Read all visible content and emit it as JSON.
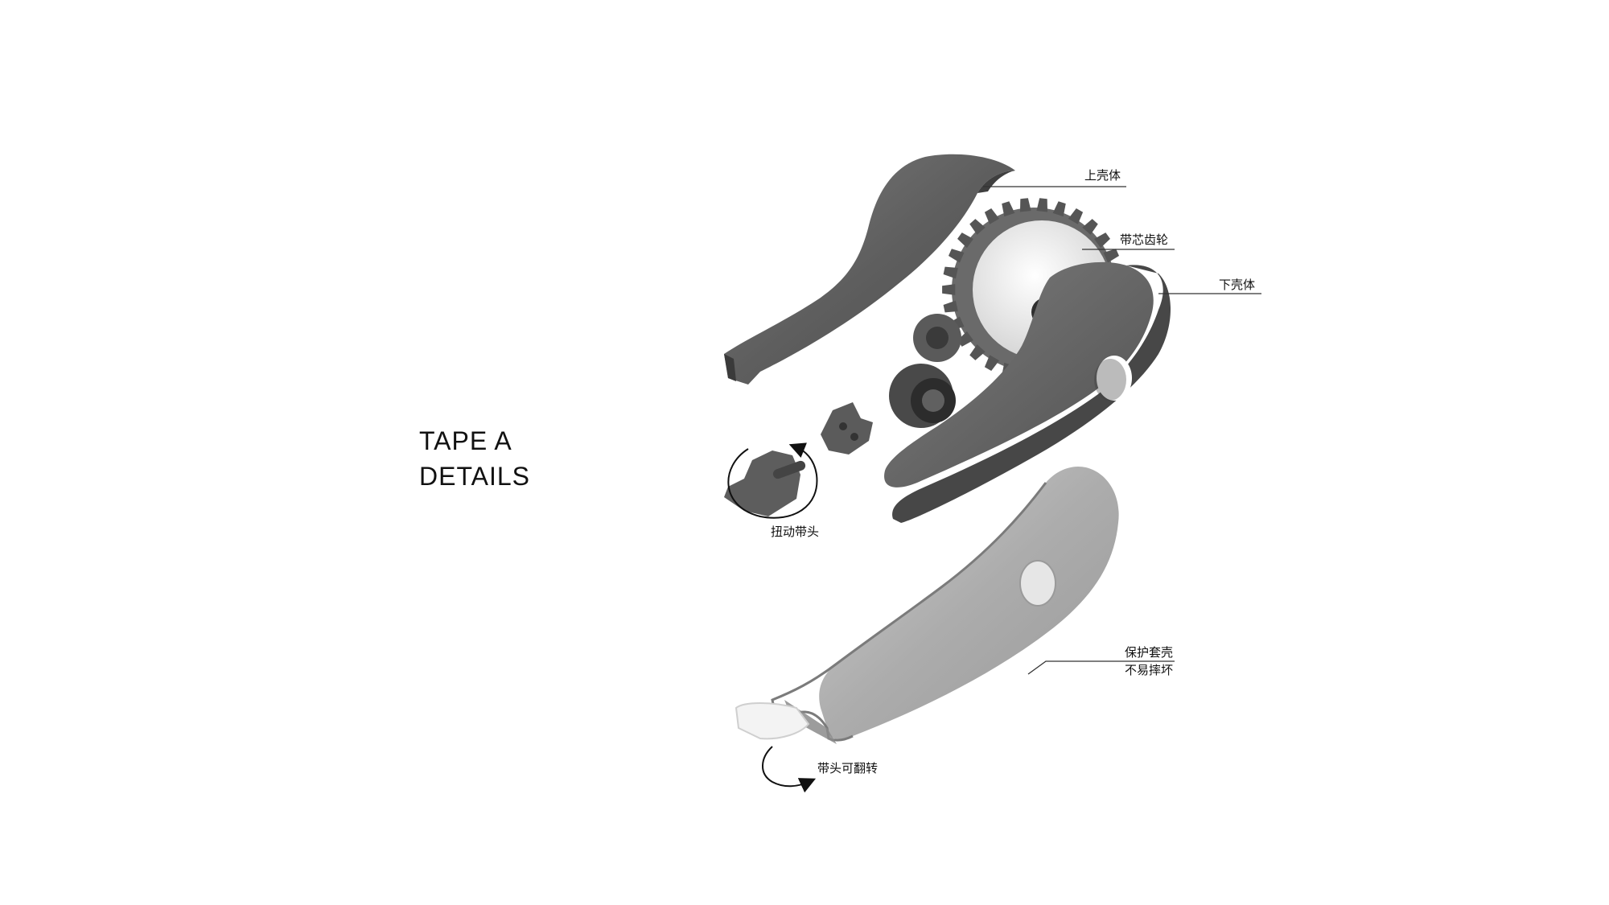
{
  "title": {
    "line1": "TAPE A",
    "line2": "DETAILS"
  },
  "callouts": {
    "upper_shell": "上壳体",
    "core_gear": "带芯齿轮",
    "lower_shell": "下壳体",
    "protective_case_line1": "保护套壳",
    "protective_case_line2": "不易摔坏",
    "twist_head": "扭动带头",
    "flip_head": "带头可翻转"
  },
  "colors": {
    "shell_dark": "#5b5b5b",
    "shell_mid": "#6e6e6e",
    "shell_light": "#8a8a8a",
    "gear_white": "#ececec",
    "case_grey": "#a9a9a9",
    "leader_line": "#333333"
  }
}
